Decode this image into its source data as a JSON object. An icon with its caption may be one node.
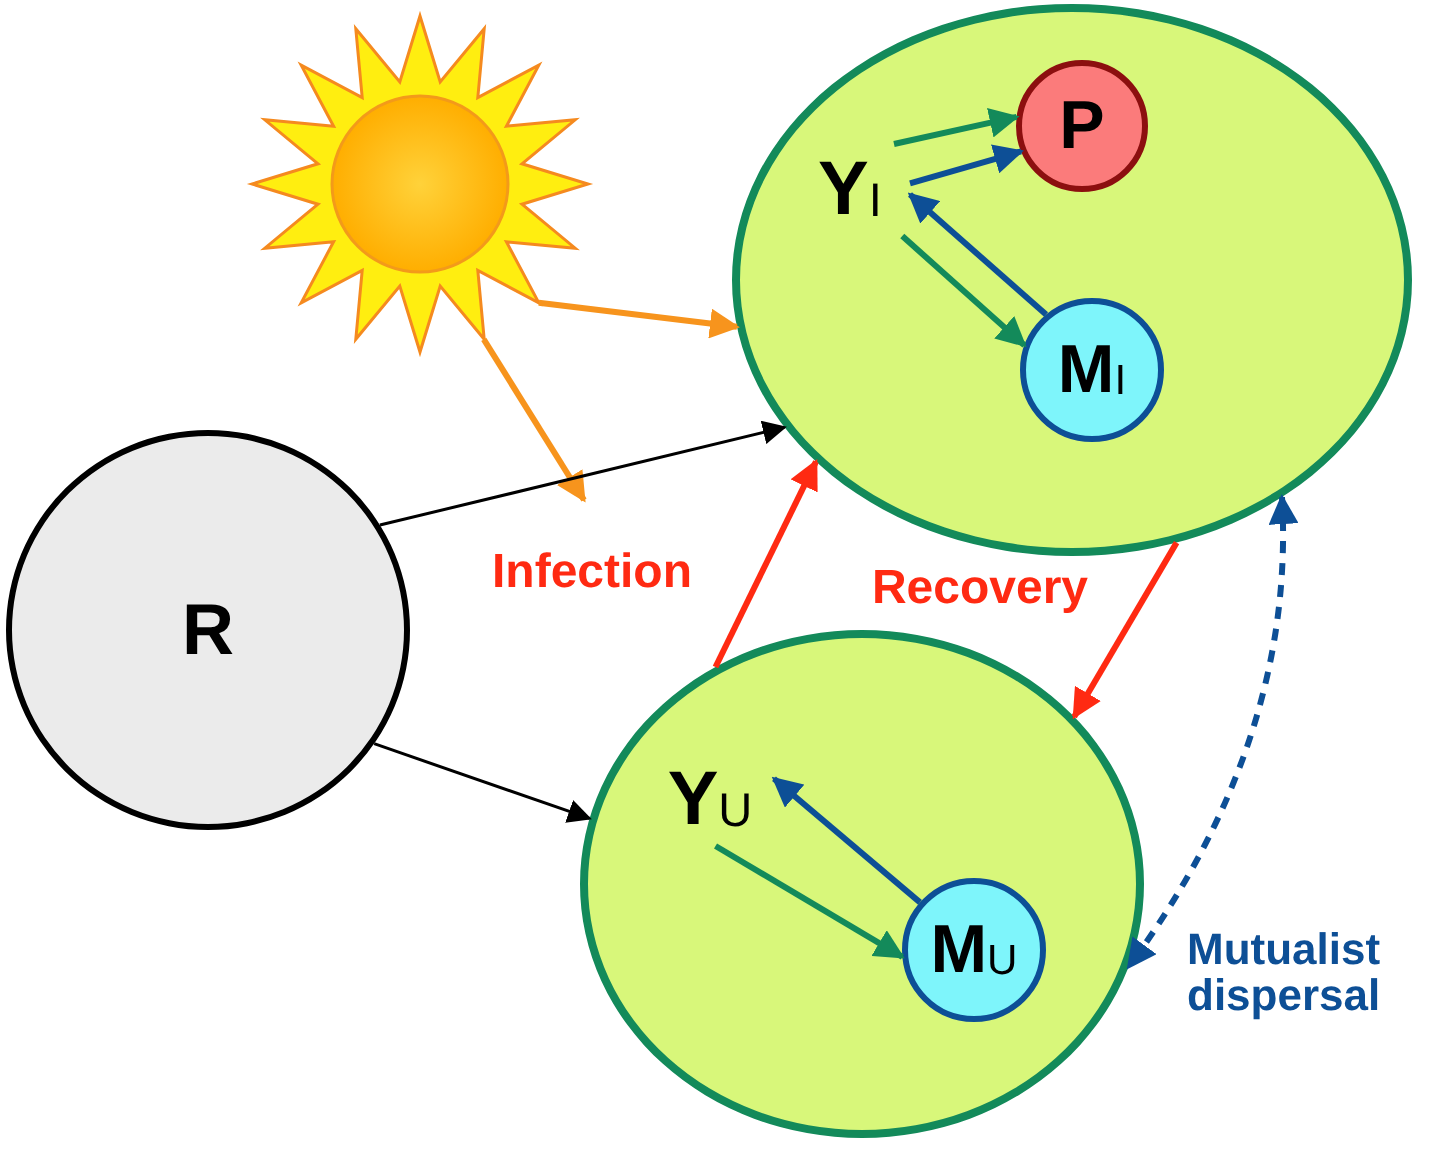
{
  "diagram": {
    "nodes": [
      {
        "text": [],
        "shape": "sun"
      },
      {
        "text": [
          "R"
        ]
      },
      {
        "text": [],
        "shape": "circle"
      },
      {
        "text": [
          "Y$_{I}$"
        ],
        "in": 2
      },
      {
        "text": [
          "P"
        ],
        "in": 2
      },
      {
        "text": [
          "M$_{I}$"
        ],
        "in": 2
      },
      {
        "text": [],
        "shape": "circle"
      },
      {
        "text": [
          "Y$_{U}$"
        ],
        "in": 6
      },
      {
        "text": [
          "M$_{U}$"
        ],
        "in": 6
      }
    ],
    "edges": [
      {
        "from": 0,
        "to": 2,
        "arrow": "to",
        "color": "#f7941d"
      },
      {
        "from": 0,
        "to": null,
        "arrow": "to",
        "color": "#f7941d"
      },
      {
        "from": 1,
        "to": 2,
        "arrow": "to",
        "color": "#000000"
      },
      {
        "from": 1,
        "to": 6,
        "arrow": "to",
        "color": "#000000"
      },
      {
        "from": 6,
        "to": 2,
        "arrow": "to",
        "label": "Infection",
        "color": "#ff2a12"
      },
      {
        "from": 2,
        "to": 6,
        "arrow": "to",
        "label": "Recovery",
        "color": "#ff2a12"
      },
      {
        "from": 3,
        "to": 4,
        "arrow": "to",
        "color": "#138a5a"
      },
      {
        "from": 3,
        "to": 4,
        "arrow": "to",
        "color": "#0d4f96"
      },
      {
        "from": 5,
        "to": 3,
        "arrow": "to",
        "color": "#0d4f96"
      },
      {
        "from": 3,
        "to": 5,
        "arrow": "to",
        "color": "#138a5a"
      },
      {
        "from": 8,
        "to": 7,
        "arrow": "to",
        "color": "#0d4f96"
      },
      {
        "from": 7,
        "to": 8,
        "arrow": "to",
        "color": "#138a5a"
      },
      {
        "from": 2,
        "to": 6,
        "arrow": "both",
        "label": "Mutualist dispersal",
        "style": "dashed",
        "color": "#0d4f96"
      }
    ]
  }
}
